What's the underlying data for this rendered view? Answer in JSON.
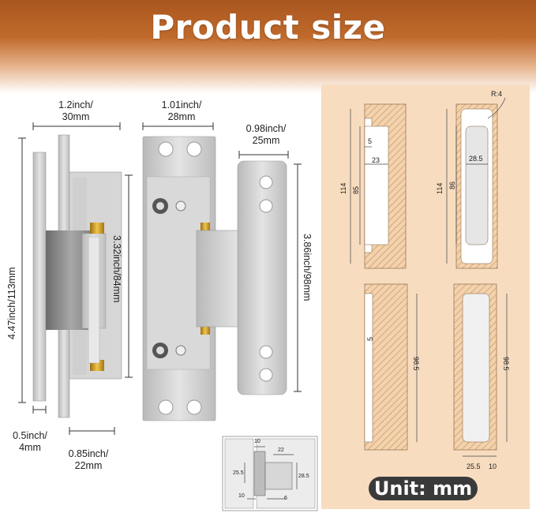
{
  "header": {
    "title": "Product size"
  },
  "left_views": {
    "side_width": {
      "inch": "1.2inch/",
      "mm": "30mm"
    },
    "front_width": {
      "inch": "1.01inch/",
      "mm": "28mm"
    },
    "leaf_width": {
      "inch": "0.98inch/",
      "mm": "25mm"
    },
    "total_height": "4.47inch/113mm",
    "body_height": "3.32inch/84mm",
    "leaf_height": "3.86inch/98mm",
    "plate_thickness": {
      "inch": "0.5inch/",
      "mm": "4mm"
    },
    "depth": {
      "inch": "0.85inch/",
      "mm": "22mm"
    }
  },
  "install_diagrams": {
    "d1": {
      "h_outer": "114",
      "h_inner": "85",
      "depth": "5",
      "width": "23"
    },
    "d2": {
      "radius": "R:4",
      "h_outer": "114",
      "h_inner": "86",
      "width": "28.5"
    },
    "d3": {
      "depth": "5",
      "height": "98.5"
    },
    "d4": {
      "height": "98.5",
      "width": "25.5",
      "offset": "10"
    },
    "small": {
      "a": "10",
      "b": "22",
      "c": "25.5",
      "d": "28.5",
      "e": "10",
      "f": "6"
    }
  },
  "unit_badge": "Unit: mm",
  "colors": {
    "banner": "#b5601f",
    "panel": "#f7dcc0",
    "hatch": "#c9a27a",
    "metal": "#c8c8c8",
    "brass": "#c8961e"
  }
}
